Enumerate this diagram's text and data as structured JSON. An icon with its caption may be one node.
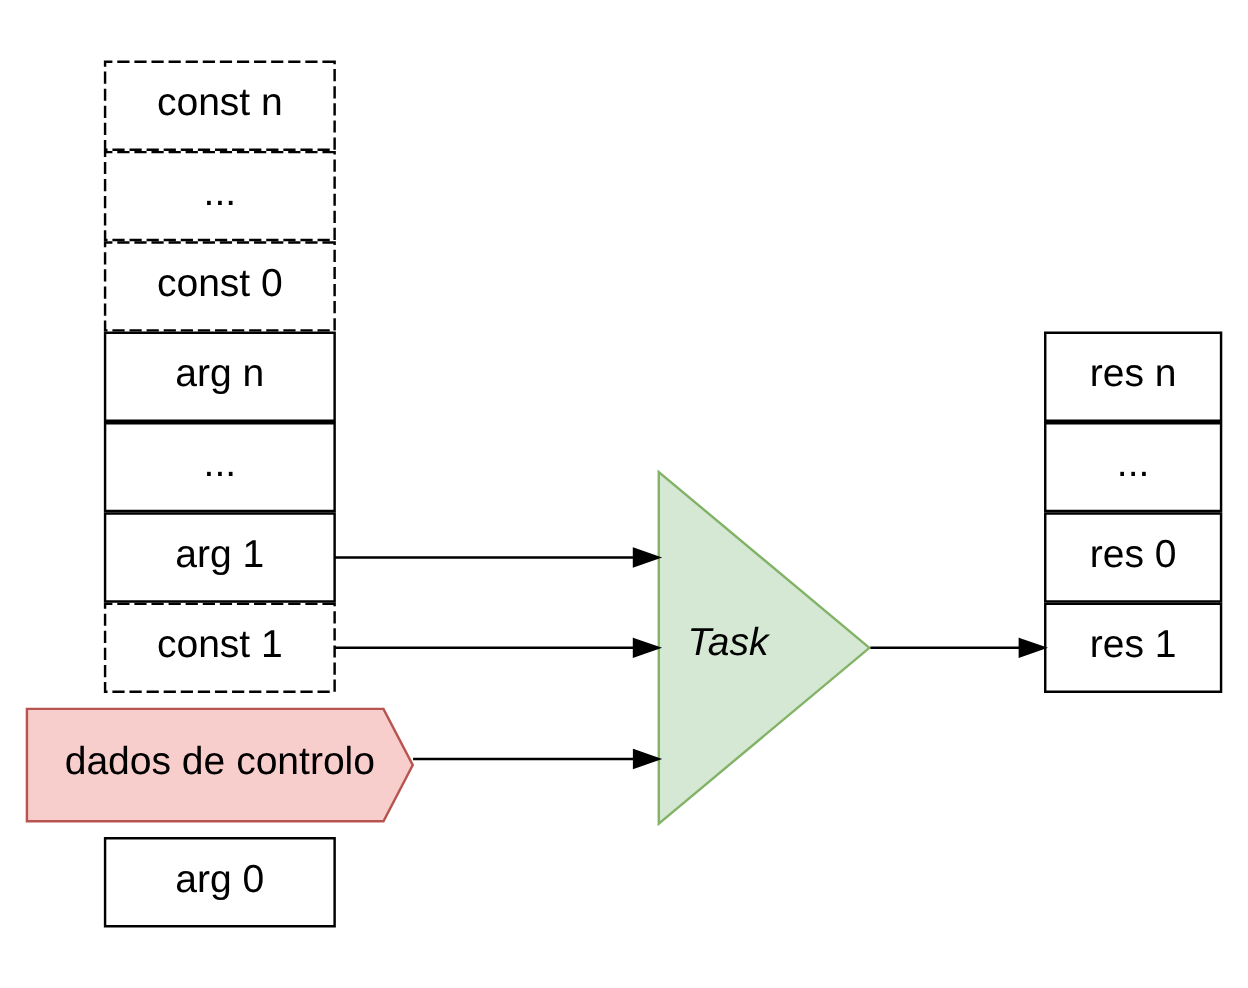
{
  "diagram": {
    "nodes": [
      {
        "text": [
          "arg 0"
        ]
      },
      {
        "text": [
          "arg 1"
        ]
      },
      {
        "text": [
          "..."
        ]
      },
      {
        "text": [
          "arg n"
        ]
      },
      {
        "text": [
          "const 0"
        ]
      },
      {
        "text": [
          "const 1"
        ]
      },
      {
        "text": [
          "..."
        ]
      },
      {
        "text": [
          "const n"
        ]
      },
      {
        "text": [
          "dados de controlo"
        ]
      },
      {
        "text": [
          "Task"
        ]
      },
      {
        "text": [
          "res 0"
        ]
      },
      {
        "text": [
          "res 1"
        ]
      },
      {
        "text": [
          "..."
        ]
      },
      {
        "text": [
          "res n"
        ]
      }
    ],
    "edges": [
      {
        "from": 1,
        "to": 9,
        "arrow": "to"
      },
      {
        "from": 5,
        "to": 9,
        "arrow": "to"
      },
      {
        "from": 8,
        "to": 9,
        "arrow": "to"
      },
      {
        "from": 9,
        "to": 11,
        "arrow": "to"
      }
    ]
  }
}
